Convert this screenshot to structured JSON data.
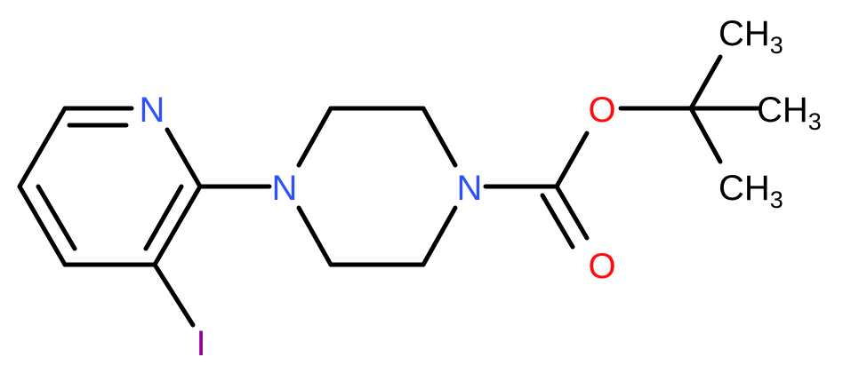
{
  "molecule": {
    "atoms": [
      {
        "id": "N_py",
        "symbol": "N",
        "color": "#3050F8"
      },
      {
        "id": "N_pip1",
        "symbol": "N",
        "color": "#3050F8"
      },
      {
        "id": "N_pip4",
        "symbol": "N",
        "color": "#3050F8"
      },
      {
        "id": "O_ester",
        "symbol": "O",
        "color": "#FF0D0D"
      },
      {
        "id": "O_carbonyl",
        "symbol": "O",
        "color": "#FF0D0D"
      },
      {
        "id": "I",
        "symbol": "I",
        "color": "#940094"
      },
      {
        "id": "Me1",
        "symbol": "CH",
        "subscript": "3",
        "color": "#000000"
      },
      {
        "id": "Me2",
        "symbol": "CH",
        "subscript": "3",
        "color": "#000000"
      },
      {
        "id": "Me3",
        "symbol": "CH",
        "subscript": "3",
        "color": "#000000"
      }
    ],
    "bond_color": "#000000"
  }
}
